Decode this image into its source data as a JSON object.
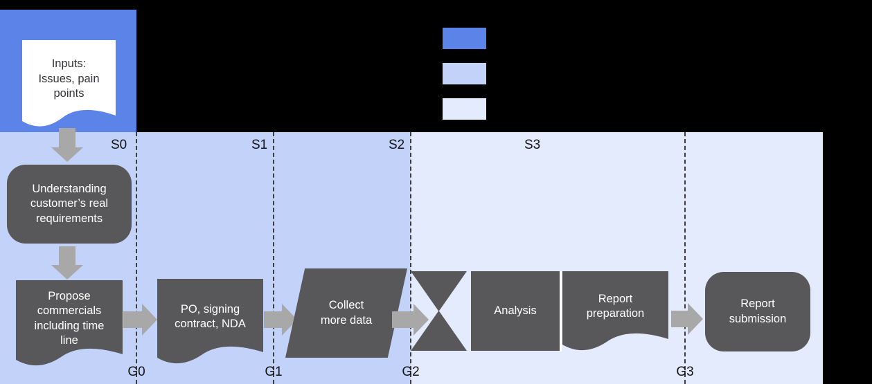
{
  "diagram": {
    "stages": [
      {
        "label": "S0"
      },
      {
        "label": "S1"
      },
      {
        "label": "S2"
      },
      {
        "label": "S3"
      }
    ],
    "gates": [
      {
        "label": "G0"
      },
      {
        "label": "G1"
      },
      {
        "label": "G2"
      },
      {
        "label": "G3"
      }
    ],
    "nodes": {
      "inputs": "Inputs:\nIssues, pain\npoints",
      "understanding": "Understanding\ncustomer’s real\nrequirements",
      "propose": "Propose\ncommercials\nincluding time\nline",
      "po": "PO, signing\ncontract, NDA",
      "collect": "Collect\nmore data",
      "analysis": "Analysis",
      "report_preparation": "Report\npreparation",
      "report_submission": "Report\nsubmission"
    },
    "legend": {
      "swatches": [
        {
          "name": "stage-blue",
          "color": "#5b83e8"
        },
        {
          "name": "stage-light-blue",
          "color": "#c3d2f9"
        },
        {
          "name": "stage-lightest-blue",
          "color": "#e4ebfd"
        }
      ]
    },
    "colors": {
      "background": "#000000",
      "shape": "#58585a",
      "arrow": "#a8a8a8",
      "shape_text": "#ffffff",
      "label_text": "#141414"
    }
  }
}
